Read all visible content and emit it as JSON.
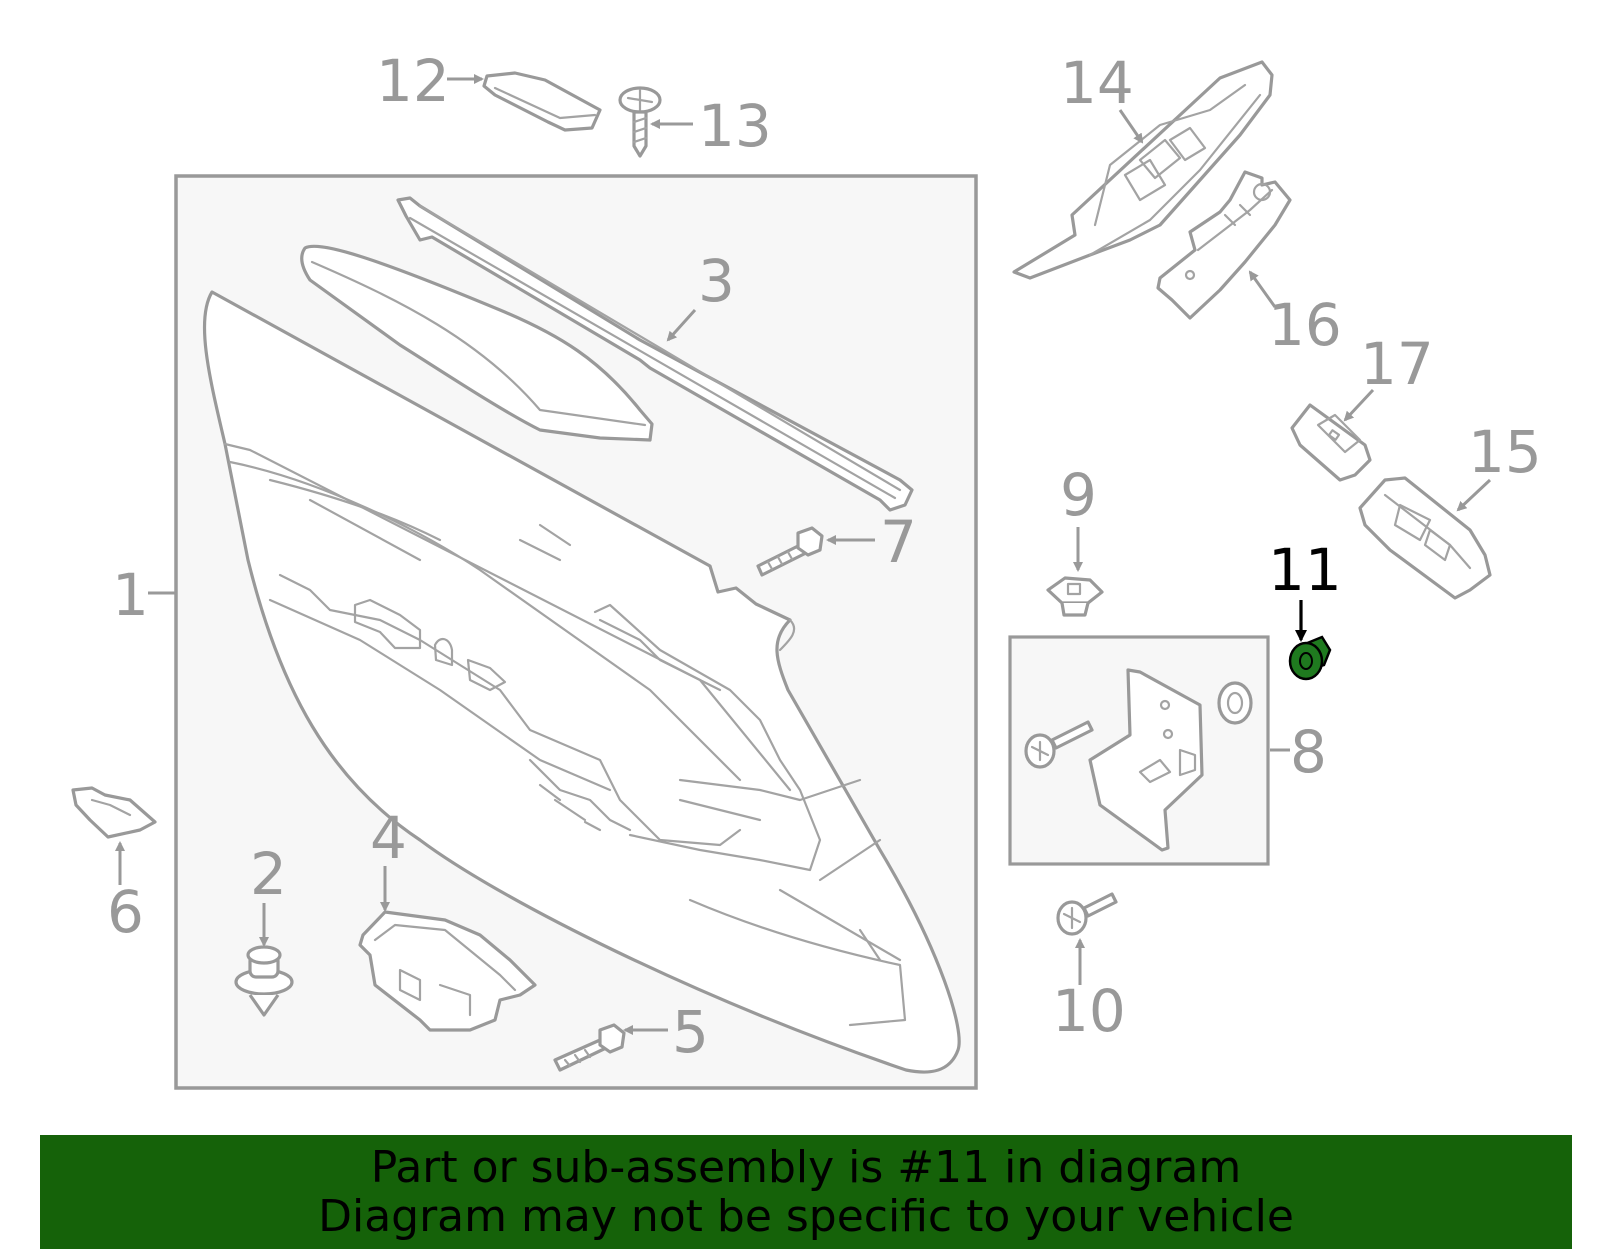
{
  "diagram": {
    "callouts": {
      "c1": "1",
      "c2": "2",
      "c3": "3",
      "c4": "4",
      "c5": "5",
      "c6": "6",
      "c7": "7",
      "c8": "8",
      "c9": "9",
      "c10": "10",
      "c11": "11",
      "c12": "12",
      "c13": "13",
      "c14": "14",
      "c15": "15",
      "c16": "16",
      "c17": "17"
    },
    "highlighted_part": "11",
    "highlight_color": "#1f7a1f",
    "line_color": "#999999"
  },
  "banner": {
    "line1": "Part or sub-assembly is #11 in diagram",
    "line2": "Diagram may not be specific to your vehicle",
    "background": "#156209"
  }
}
